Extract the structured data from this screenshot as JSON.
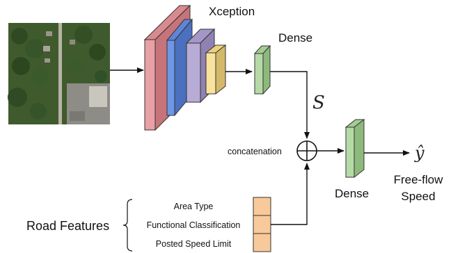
{
  "labels": {
    "xception": "Xception",
    "dense_top": "Dense",
    "s_symbol": "S",
    "concatenation": "concatenation",
    "dense_out": "Dense",
    "y_hat": "ŷ",
    "output_line1": "Free-flow",
    "output_line2": "Speed",
    "road_features": "Road Features"
  },
  "road_features": [
    "Area Type",
    "Functional Classification",
    "Posted Speed Limit"
  ],
  "colors": {
    "block_red": "#e8a0a4",
    "block_blue": "#6f97e8",
    "block_purple": "#b7acd6",
    "block_yellow": "#f9e29c",
    "dense_green": "#b6d9a8",
    "feature_orange": "#f8c99a",
    "stroke": "#333333"
  },
  "icons": {
    "input_image": "aerial-satellite-image",
    "concat_node": "circled-plus-icon"
  }
}
